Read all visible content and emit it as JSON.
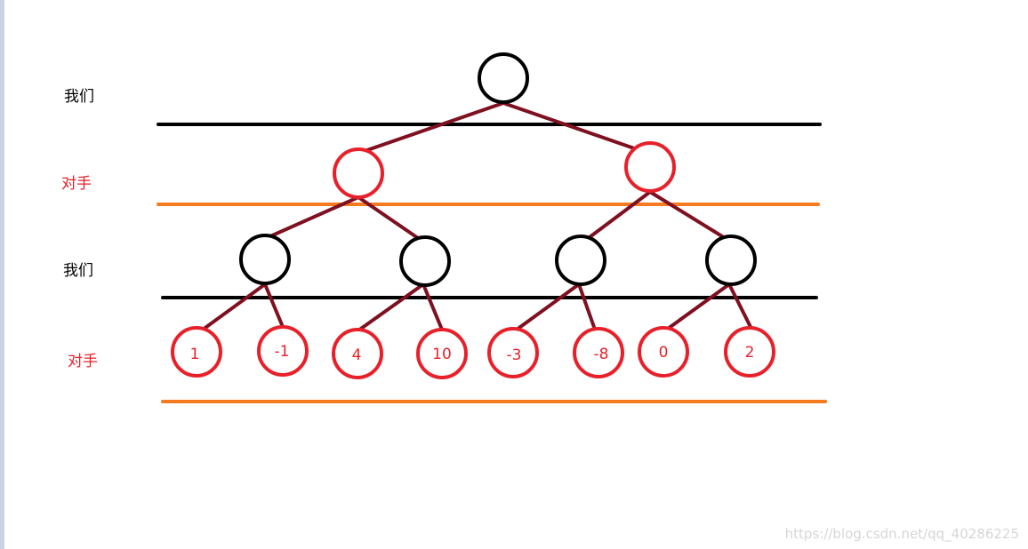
{
  "colors": {
    "us": "#000000",
    "opponent": "#e8202a",
    "separator_us": "#000000",
    "separator_opponent": "#f47b20",
    "edge": "#7e1020",
    "watermark": "#d6d6d6"
  },
  "level_labels": [
    {
      "text": "我们",
      "role": "us"
    },
    {
      "text": "对手",
      "role": "opponent"
    },
    {
      "text": "我们",
      "role": "us"
    },
    {
      "text": "对手",
      "role": "opponent"
    }
  ],
  "tree": {
    "root": {
      "role": "us"
    },
    "level1": [
      {
        "role": "opponent"
      },
      {
        "role": "opponent"
      }
    ],
    "level2": [
      {
        "role": "us"
      },
      {
        "role": "us"
      },
      {
        "role": "us"
      },
      {
        "role": "us"
      }
    ],
    "leaves": [
      {
        "value": "1"
      },
      {
        "value": "-1"
      },
      {
        "value": "4"
      },
      {
        "value": "10"
      },
      {
        "value": "-3"
      },
      {
        "value": "-8"
      },
      {
        "value": "0"
      },
      {
        "value": "2"
      }
    ]
  },
  "watermark": "https://blog.csdn.net/qq_40286225"
}
